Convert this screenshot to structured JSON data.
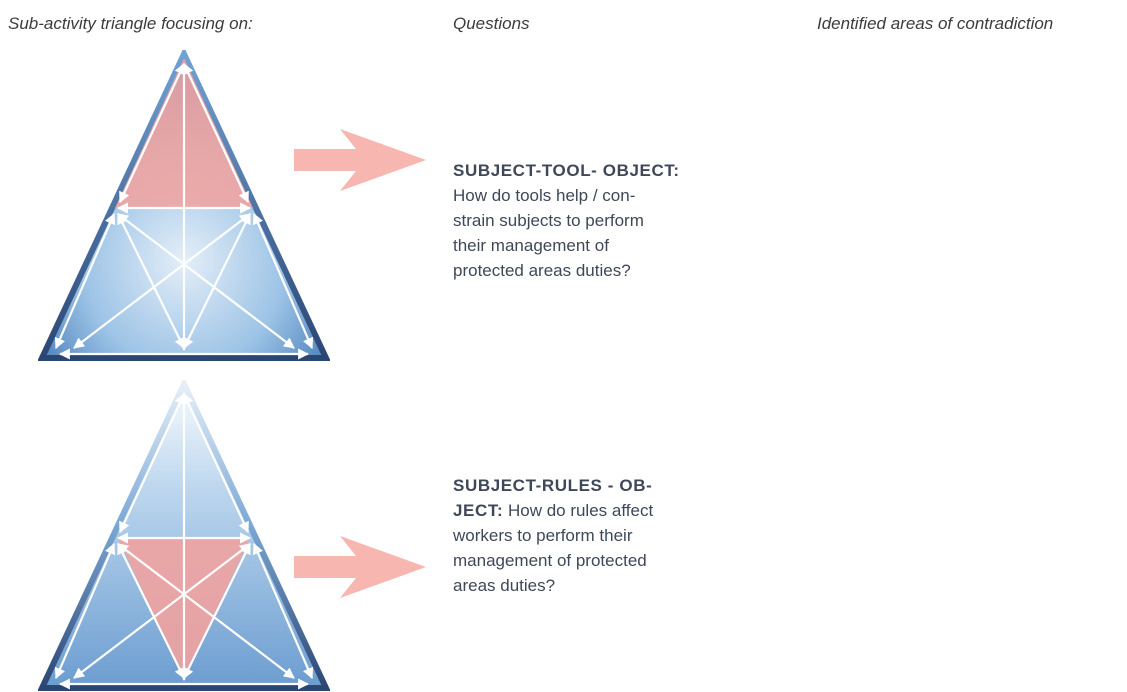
{
  "headers": {
    "sub_activity": "Sub-activity triangle focusing on:",
    "questions": "Questions",
    "contradictions": "Identified areas of contradiction"
  },
  "rows": [
    {
      "heading": "SUBJECT-TOOL- OBJECT:",
      "text_lines": [
        "How do tools help / con-",
        "strain subjects to perform",
        "their management of",
        "protected areas duties?"
      ],
      "highlight": "top"
    },
    {
      "heading_line1": "SUBJECT-RULES - OB-",
      "heading_line2": "JECT:",
      "text_line2_rest": " How do rules affect",
      "text_lines": [
        "workers to perform their",
        "management of protected",
        "areas duties?"
      ],
      "highlight": "middle-inverted"
    }
  ],
  "colors": {
    "triangle_light": "#dbe9f6",
    "triangle_mid": "#7fb0dc",
    "triangle_dark": "#3e5c8f",
    "highlight": "#f4a7a2",
    "arrow": "#f6b3ad",
    "text": "#3f4858"
  }
}
